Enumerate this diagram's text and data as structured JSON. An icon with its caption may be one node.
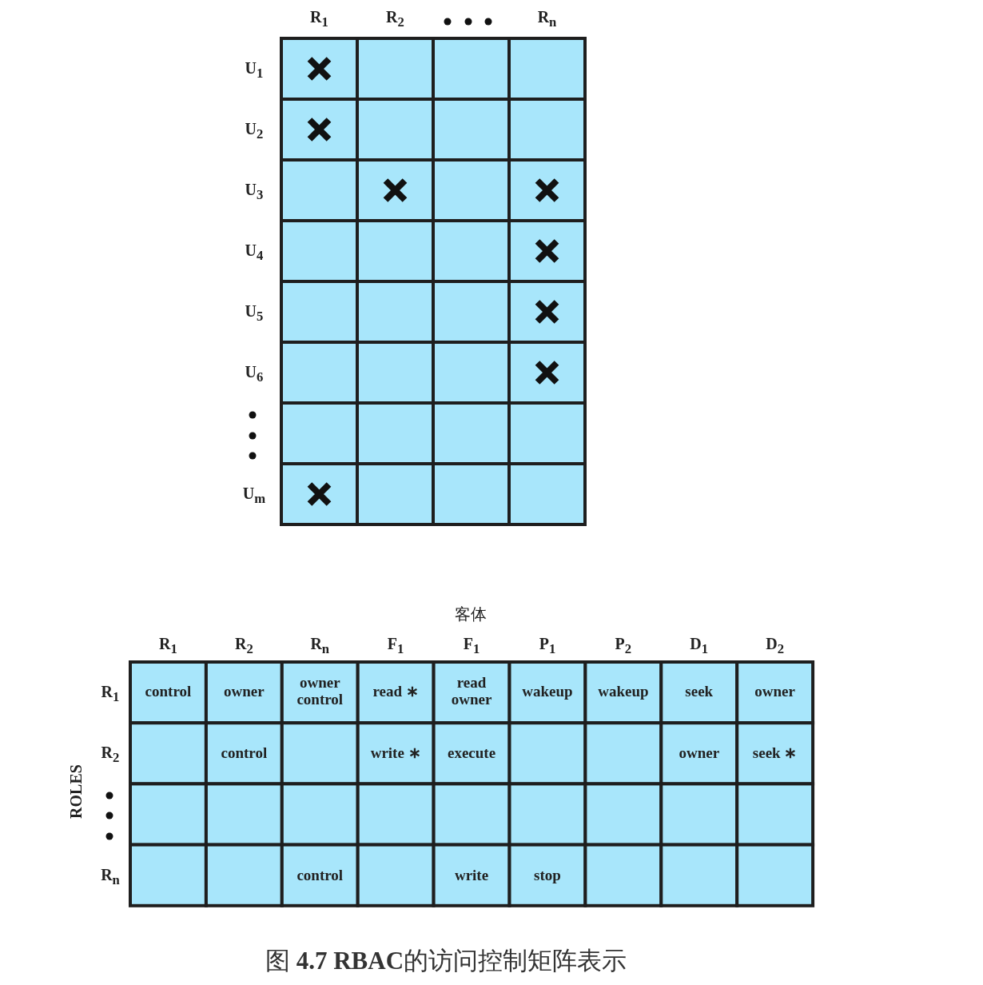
{
  "diagram": {
    "caption": "图 **4.7 RBAC**的访问控制矩阵表示",
    "labels": [
      "R$_{1}$",
      "R$_{2}$",
      "R$_{n}$",
      "U$_{1}$",
      "U$_{2}$",
      "U$_{3}$",
      "U$_{4}$",
      "U$_{5}$",
      "U$_{6}$",
      "U$_{m}$",
      "客体",
      "R$_{1}$",
      "R$_{2}$",
      "R$_{n}$",
      "F$_{1}$",
      "F$_{1}$",
      "P$_{1}$",
      "P$_{2}$",
      "D$_{1}$",
      "D$_{2}$",
      "ROLES",
      "R$_{1}$",
      "control",
      "owner",
      "owner control",
      "read ∗",
      "read owner",
      "wakeup",
      "wakeup",
      "seek",
      "owner",
      "R$_{2}$",
      "control",
      "write ∗",
      "execute",
      "owner",
      "seek ∗",
      "R$_{n}$",
      "control",
      "write",
      "stop"
    ]
  }
}
